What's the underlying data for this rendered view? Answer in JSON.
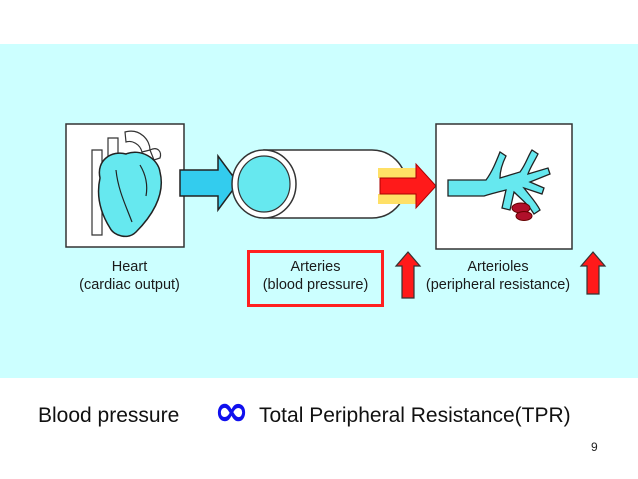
{
  "labels": {
    "heart": {
      "name": "Heart",
      "sub": "(cardiac output)"
    },
    "arteries": {
      "name": "Arteries",
      "sub": "(blood pressure)"
    },
    "arterioles": {
      "name": "Arterioles",
      "sub": "(peripheral resistance)"
    }
  },
  "caption": {
    "left": "Blood pressure",
    "symbol": "∞",
    "right": "Total Peripheral Resistance(TPR)"
  },
  "page_number": "9",
  "colors": {
    "panel": "#ccffff",
    "vessel_fill": "#66e8ef",
    "highlight_border": "#ff2020",
    "arrow_up": "#ff1a1a",
    "arrow_blue": "#33ccee"
  },
  "icons": [
    "heart-icon",
    "artery-tube-icon",
    "arteriole-icon",
    "red-flow-arrow-icon",
    "up-arrow-icon",
    "blue-flow-arrow-icon"
  ]
}
